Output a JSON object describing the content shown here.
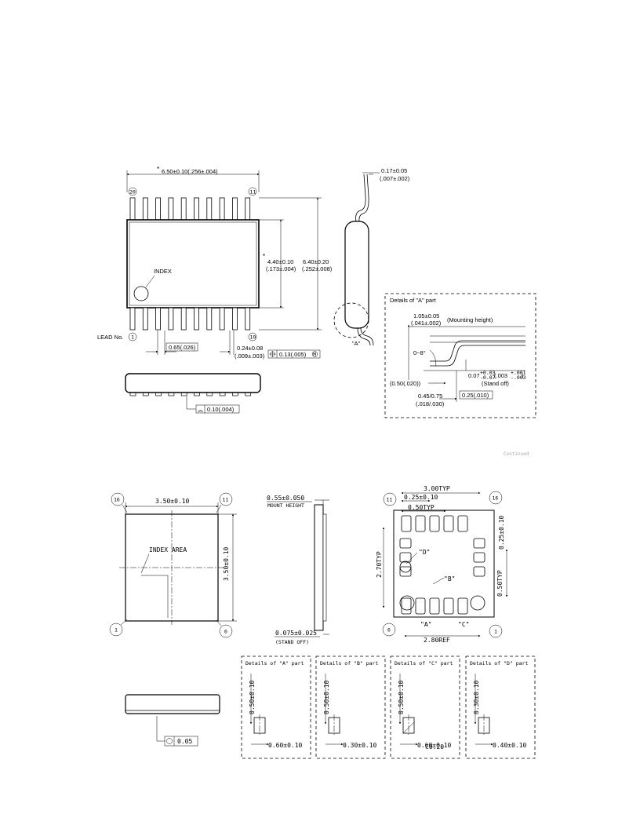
{
  "top_drawing": {
    "width_dim": "6.50±0.10(.256±.004)",
    "width_star": "*",
    "pin_top_left": "20",
    "pin_top_right": "11",
    "pin_bottom_left": "1",
    "pin_bottom_right": "10",
    "body_dim_line1": "4.40±0.10",
    "body_dim_line2": "(.173±.004)",
    "body_star": "*",
    "overall_dim_line1": "6.40±0.20",
    "overall_dim_line2": "(.252±.008)",
    "index_label": "INDEX",
    "lead_no_label": "LEAD No.",
    "pitch_dim": "0.65(.026)",
    "lead_width_line1": "0.24±0.08",
    "lead_width_line2": "(.009±.003)",
    "position_tol": "0.13(.005)",
    "position_modifier": "M",
    "flatness_tol": "0.10(.004)",
    "lead_thk_line1": "0.17±0.05",
    "lead_thk_line2": "(.007±.002)",
    "detail_a_marker": "\"A\""
  },
  "detail_a": {
    "title": "Details of \"A\" part",
    "mount_height_line1": "1.05±0.05",
    "mount_height_line2": "(.041±.002)",
    "mount_height_label": "(Mounting height)",
    "angle": "0~8°",
    "standoff_value": "0.07",
    "standoff_tol_upper": "+0.03",
    "standoff_tol_lower": "-0.07",
    "standoff_inch": "(.003",
    "standoff_inch_upper": "+.001",
    "standoff_inch_lower": "-.003",
    "standoff_inch_close": ")",
    "standoff_label": "(Stand off)",
    "dim_050": "(0.50(.020))",
    "dim_045_line1": "0.45/0.75",
    "dim_045_line2": "(.018/.030)",
    "dim_025": "0.25(.010)"
  },
  "divider_text": "Continued",
  "bottom_drawing": {
    "pin_16": "16",
    "pin_11": "11",
    "pin_1": "1",
    "pin_6": "6",
    "width_dim": "3.50±0.10",
    "height_dim": "3.50±0.10",
    "index_area": "INDEX AREA",
    "mount_height_dim": "0.55±0.050",
    "mount_height_label": "MOUNT HEIGHT",
    "standoff_dim": "0.075±0.025",
    "standoff_label": "(STAND OFF)",
    "ref_300": "3.00TYP",
    "ref_025": "0.25±0.10",
    "ref_050": "0.50TYP",
    "ref_270": "2.70TYP",
    "ref_280": "2.80REF",
    "ref_050b": "0.50TYP",
    "ref_025b": "0.25±0.10",
    "ref_d": "\"D\"",
    "ref_b": "\"B\"",
    "ref_a": "\"A\"",
    "ref_c": "\"C\"",
    "flat_tol": "0.05"
  },
  "details_small": [
    {
      "title": "Details of \"A\" part",
      "v_dim": "0.50±0.10",
      "h_dim": "0.60±0.10"
    },
    {
      "title": "Details of \"B\" part",
      "v_dim": "0.50±0.10",
      "h_dim": "0.30±0.10"
    },
    {
      "title": "Details of \"C\" part",
      "v_dim": "0.50±0.10",
      "h_dim": "0.60±0.10",
      "chamfer": "C0.20"
    },
    {
      "title": "Details of \"D\" part",
      "v_dim": "0.30±0.10",
      "h_dim": "0.40±0.10"
    }
  ]
}
